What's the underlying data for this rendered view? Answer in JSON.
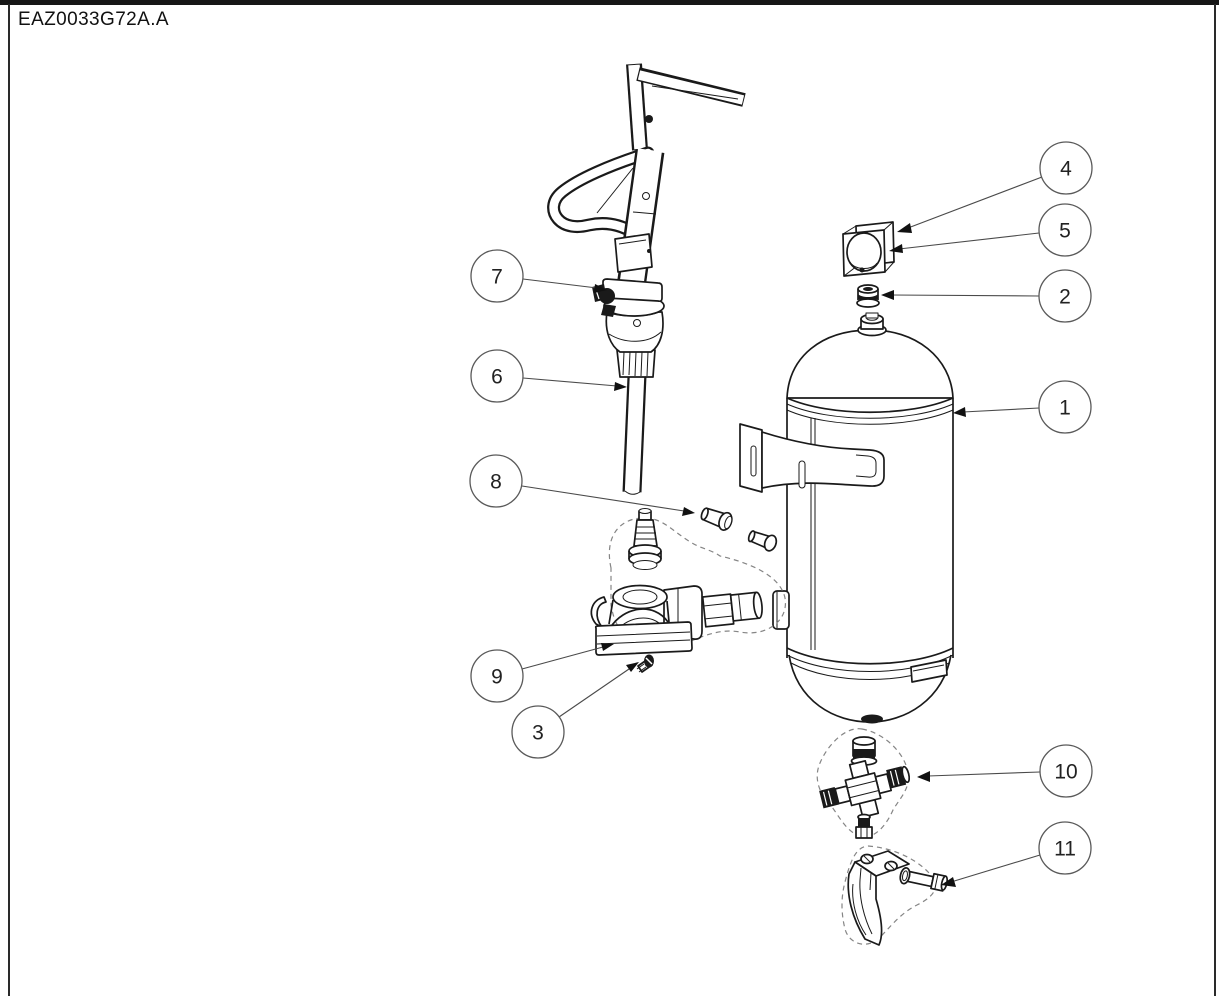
{
  "page": {
    "title": "EAZ0033G72A.A"
  },
  "diagram": {
    "type": "exploded-parts-diagram",
    "callouts": [
      {
        "number": "1"
      },
      {
        "number": "2"
      },
      {
        "number": "3"
      },
      {
        "number": "4"
      },
      {
        "number": "5"
      },
      {
        "number": "6"
      },
      {
        "number": "7"
      },
      {
        "number": "8"
      },
      {
        "number": "9"
      },
      {
        "number": "10"
      },
      {
        "number": "11"
      }
    ],
    "colors": {
      "line": "#1a1a1a",
      "leader": "#4a4a4a",
      "background": "#ffffff"
    }
  }
}
